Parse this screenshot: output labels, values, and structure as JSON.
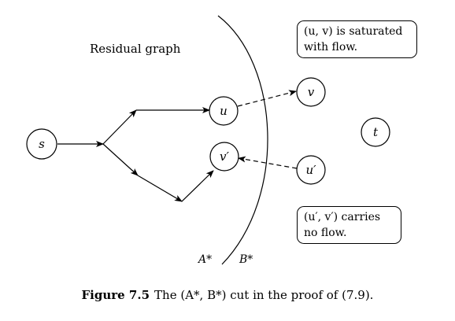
{
  "title": "Residual graph",
  "notes": {
    "saturated": {
      "line1": "(u, v) is saturated",
      "line2": "with flow."
    },
    "no_flow": {
      "line1": "(u′, v′) carries",
      "line2": "no flow."
    }
  },
  "nodes": {
    "s": "s",
    "u": "u",
    "v": "v",
    "v_prime": "v′",
    "u_prime": "u′",
    "t": "t"
  },
  "cut": {
    "a_label": "A*",
    "b_label": "B*"
  },
  "caption": {
    "label": "Figure 7.5",
    "text": "The (A*, B*) cut in the proof of (7.9)."
  }
}
